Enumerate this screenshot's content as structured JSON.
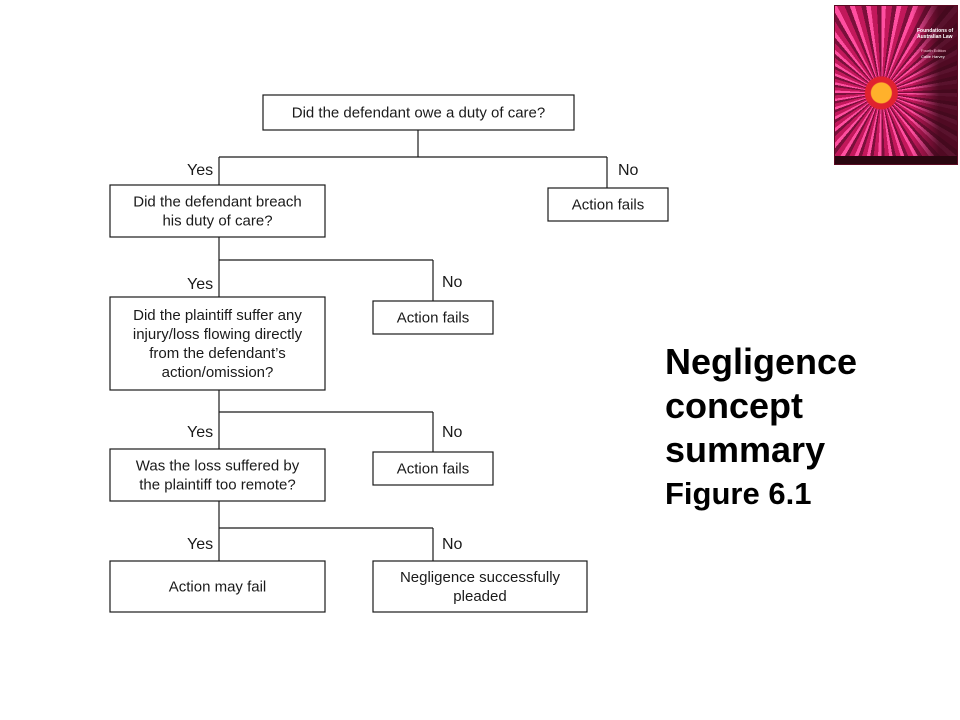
{
  "flowchart": {
    "nodes": {
      "q1": [
        "Did the defendant owe a duty of care?"
      ],
      "q2": [
        "Did the defendant breach",
        "his duty of care?"
      ],
      "fail1": [
        "Action fails"
      ],
      "q3": [
        "Did the plaintiff suffer any",
        "injury/loss flowing directly",
        "from the defendant’s",
        "action/omission?"
      ],
      "fail2": [
        "Action fails"
      ],
      "q4": [
        "Was the loss suffered by",
        "the plaintiff too remote?"
      ],
      "fail3": [
        "Action fails"
      ],
      "may_fail": [
        "Action may fail"
      ],
      "success": [
        "Negligence successfully",
        "pleaded"
      ]
    },
    "branches": {
      "yes1": "Yes",
      "no1": "No",
      "yes2": "Yes",
      "no2": "No",
      "yes3": "Yes",
      "no3": "No",
      "yes4": "Yes",
      "no4": "No"
    }
  },
  "title": {
    "lines": [
      "Negligence",
      "concept",
      "summary"
    ],
    "figure": "Figure 6.1"
  },
  "book_cover": {
    "title": "Foundations of Australian Law",
    "edition": "Fourth Edition",
    "author": "Callie Harvey"
  }
}
